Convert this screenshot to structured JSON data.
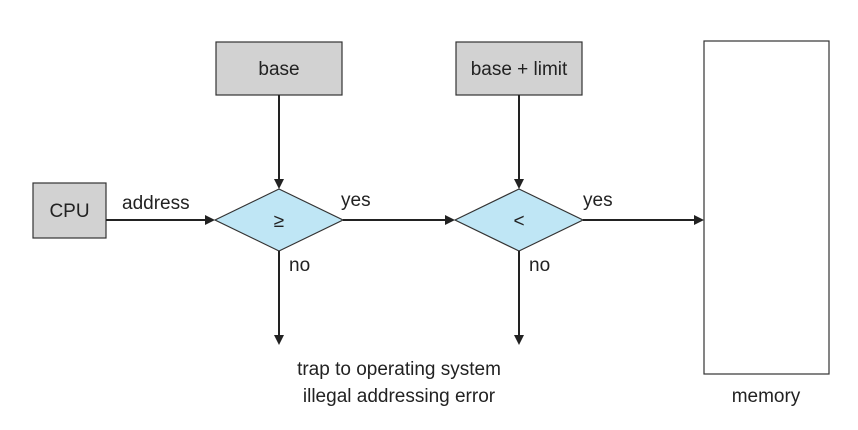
{
  "nodes": {
    "cpu": "CPU",
    "base": "base",
    "base_limit": "base + limit",
    "compare_ge": "≥",
    "compare_lt": "<",
    "memory": "memory"
  },
  "edges": {
    "address": "address",
    "yes_1": "yes",
    "no_1": "no",
    "yes_2": "yes",
    "no_2": "no"
  },
  "trap": {
    "line1": "trap to operating system",
    "line2": "illegal addressing error"
  },
  "colors": {
    "box_fill": "#d2d2d2",
    "decision_fill": "#bfe6f5",
    "stroke": "#333333"
  }
}
